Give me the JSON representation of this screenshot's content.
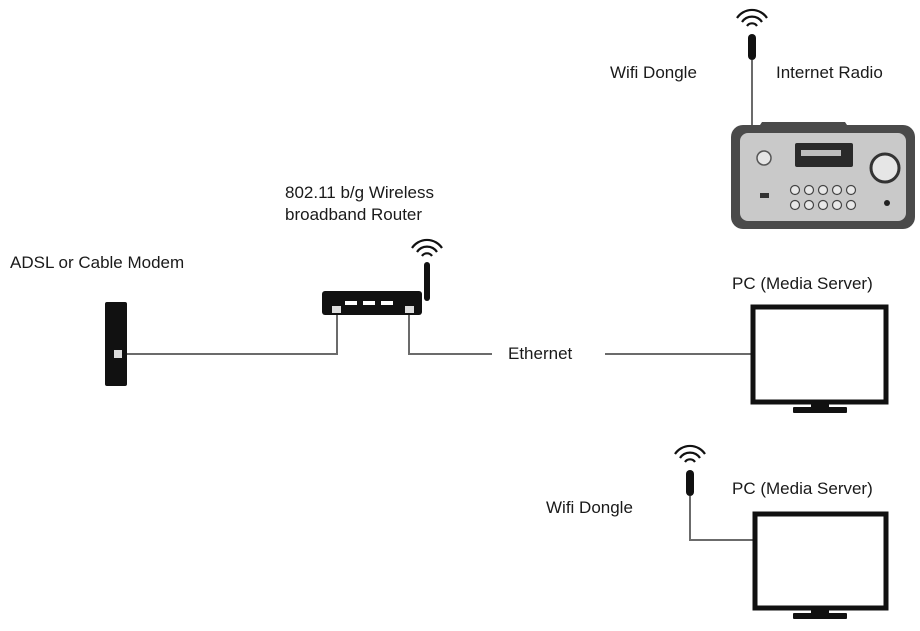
{
  "labels": {
    "modem": "ADSL or Cable Modem",
    "router": "802.11 b/g Wireless\nbroadband Router",
    "ethernet": "Ethernet",
    "wifi_dongle_top": "Wifi Dongle",
    "internet_radio": "Internet Radio",
    "pc_wired": "PC (Media Server)",
    "wifi_dongle_bottom": "Wifi Dongle",
    "pc_wireless": "PC (Media Server)"
  },
  "colors": {
    "line": "#6b6b6b",
    "device": "#111111",
    "radio_body": "#c9c9c9"
  }
}
